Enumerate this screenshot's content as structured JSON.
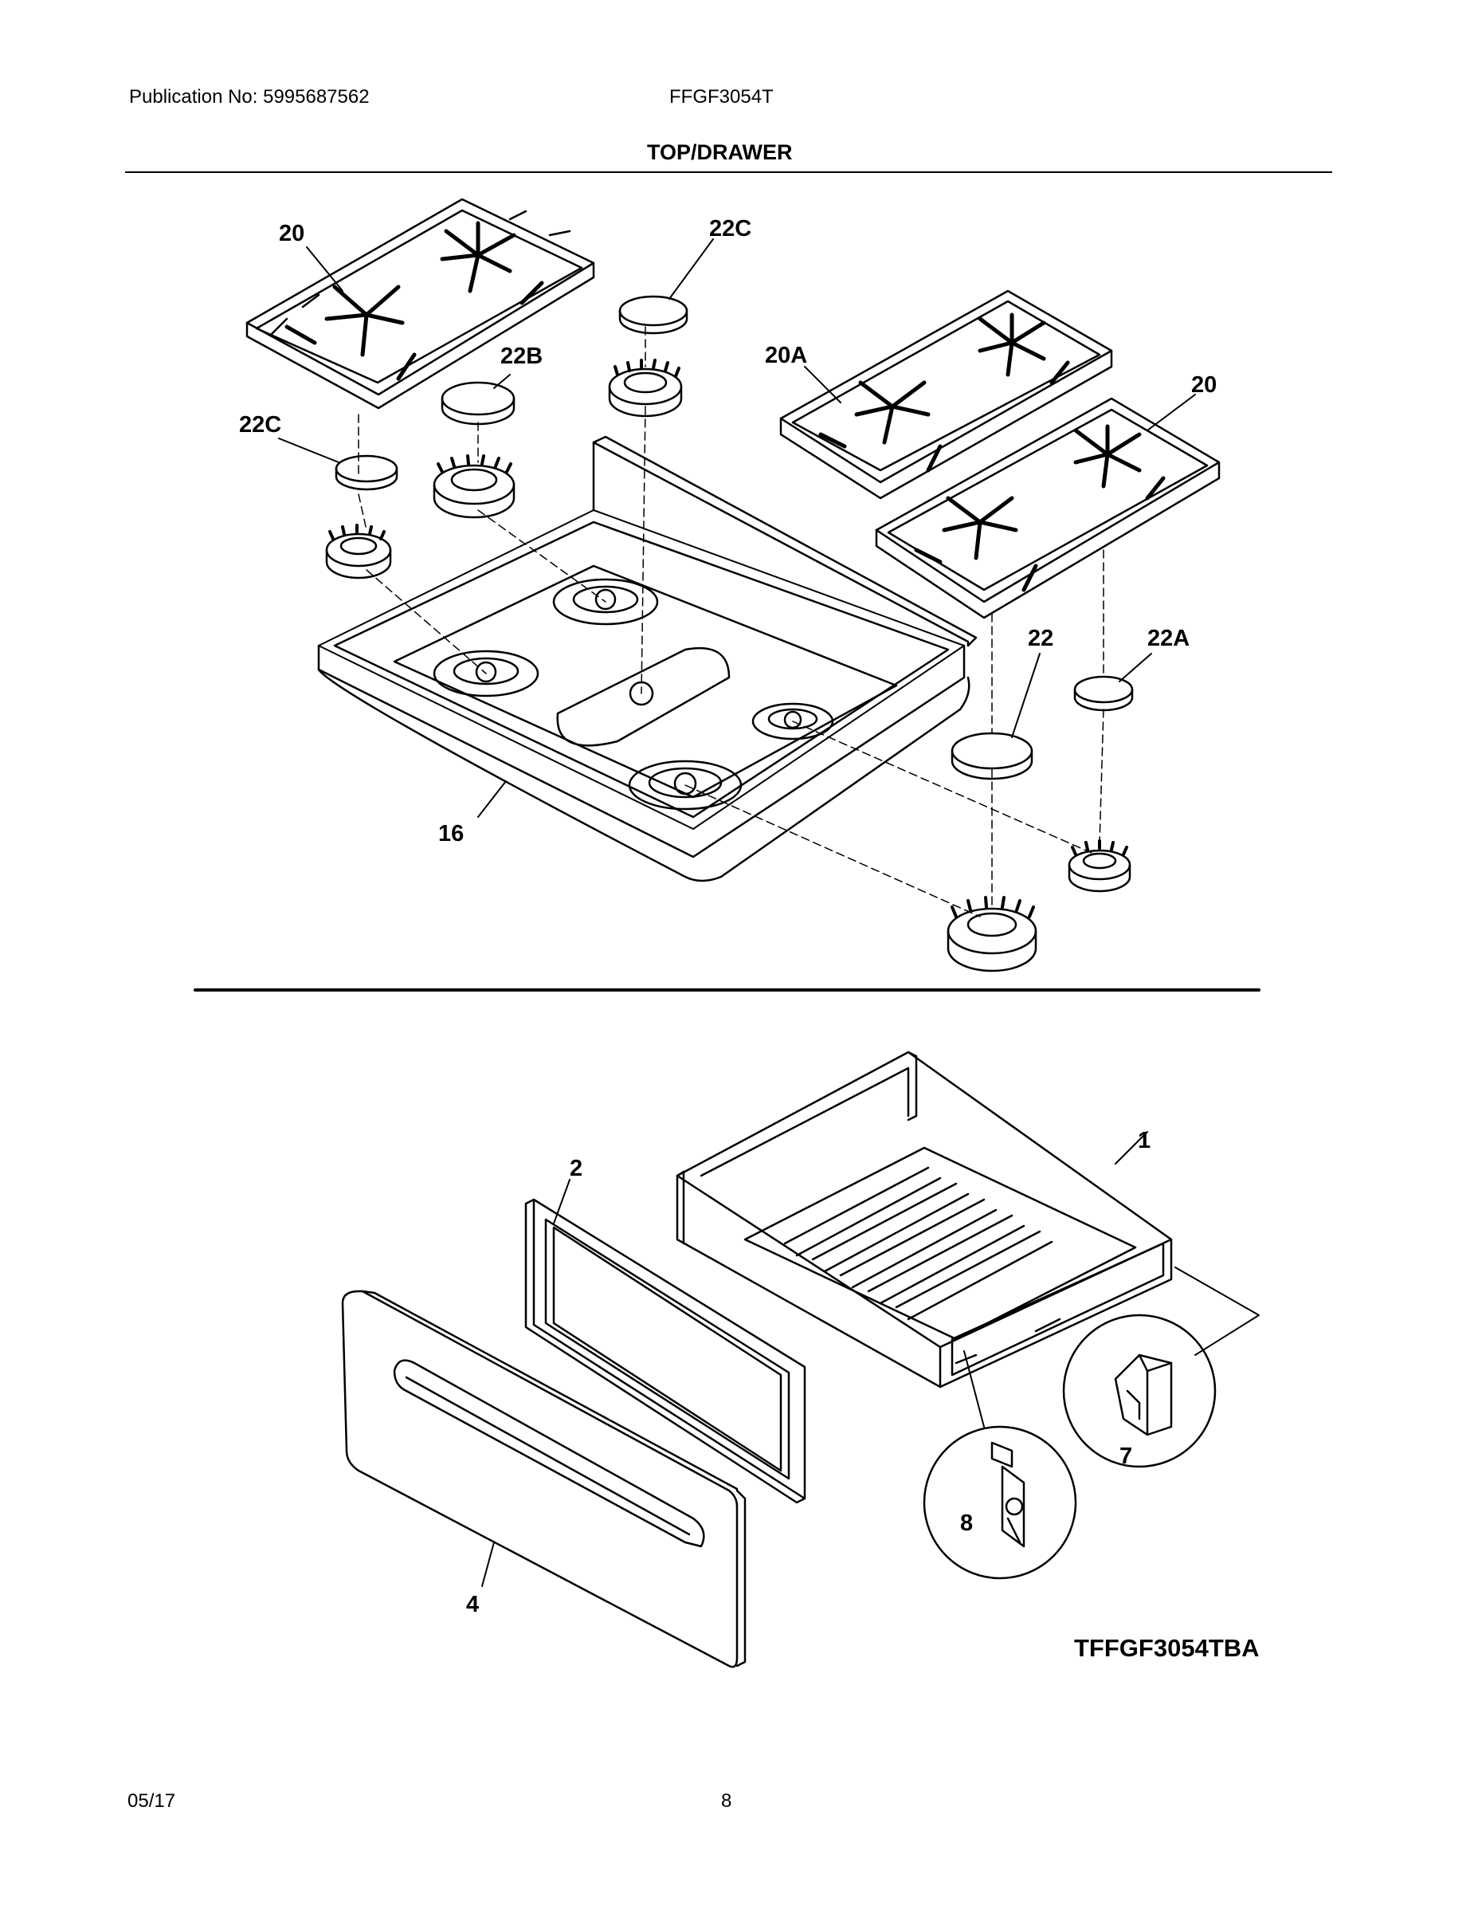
{
  "header": {
    "publication": "Publication No: 5995687562",
    "model": "FFGF3054T",
    "section_title": "TOP/DRAWER"
  },
  "callouts": {
    "grate_left": "20",
    "grate_right": "20",
    "grate_center": "20A",
    "cap_top": "22C",
    "cap_left": "22C",
    "cap_mid": "22B",
    "cap_large": "22",
    "cap_small": "22A",
    "cooktop": "16",
    "drawer_body": "1",
    "drawer_liner": "2",
    "drawer_front": "4",
    "clip": "7",
    "roller": "8"
  },
  "diagram_code": "TFFGF3054TBA",
  "footer": {
    "date": "05/17",
    "page": "8"
  }
}
